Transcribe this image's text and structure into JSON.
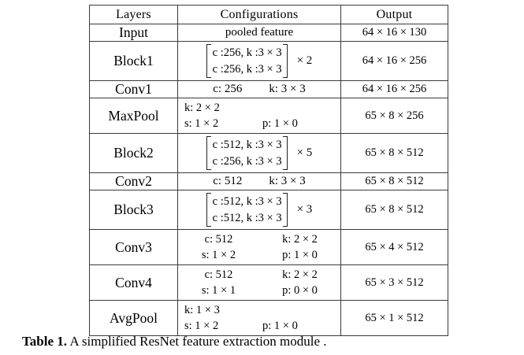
{
  "table": {
    "headers": [
      "Layers",
      "Configurations",
      "Output"
    ],
    "rows": [
      {
        "layer": "Input",
        "config_type": "text",
        "config_text": "pooled feature",
        "output": "64 × 16 × 130"
      },
      {
        "layer": "Block1",
        "config_type": "block",
        "block_line1": "c :256, k :3 × 3",
        "block_line2": "c :256, k :3 × 3",
        "block_mult": "× 2",
        "output": "64 × 16 × 256"
      },
      {
        "layer": "Conv1",
        "config_type": "pair",
        "config_left": "c: 256",
        "config_right": "k: 3 × 3",
        "output": "64 × 16 × 256"
      },
      {
        "layer": "MaxPool",
        "config_type": "grid-left",
        "grid_a": "k: 2 × 2",
        "grid_b": "",
        "grid_c": "s: 1 × 2",
        "grid_d": "p: 1 × 0",
        "output": "65 × 8 × 256"
      },
      {
        "layer": "Block2",
        "config_type": "block",
        "block_line1": "c :512, k :3 × 3",
        "block_line2": "c :256, k :3 × 3",
        "block_mult": "× 5",
        "output": "65 × 8 × 512"
      },
      {
        "layer": "Conv2",
        "config_type": "pair",
        "config_left": "c: 512",
        "config_right": "k: 3 × 3",
        "output": "65 × 8 × 512"
      },
      {
        "layer": "Block3",
        "config_type": "block",
        "block_line1": "c :512, k :3 × 3",
        "block_line2": "c :512, k :3 × 3",
        "block_mult": "× 3",
        "output": "65 × 8 × 512"
      },
      {
        "layer": "Conv3",
        "config_type": "grid-center",
        "grid_a": "c: 512",
        "grid_b": "k: 2 × 2",
        "grid_c": "s: 1 × 2",
        "grid_d": "p: 1 × 0",
        "output": "65 × 4 × 512"
      },
      {
        "layer": "Conv4",
        "config_type": "grid-center",
        "grid_a": "c: 512",
        "grid_b": "k: 2 × 2",
        "grid_c": "s: 1 × 1",
        "grid_d": "p: 0 × 0",
        "output": "65 × 3 × 512"
      },
      {
        "layer": "AvgPool",
        "config_type": "grid-left",
        "grid_a": "k: 1 × 3",
        "grid_b": "",
        "grid_c": "s: 1 × 2",
        "grid_d": "p: 1 × 0",
        "output": "65 × 1 × 512"
      }
    ]
  },
  "caption": {
    "label": "Table 1.",
    "text": " A simplified ResNet feature extraction module ."
  }
}
